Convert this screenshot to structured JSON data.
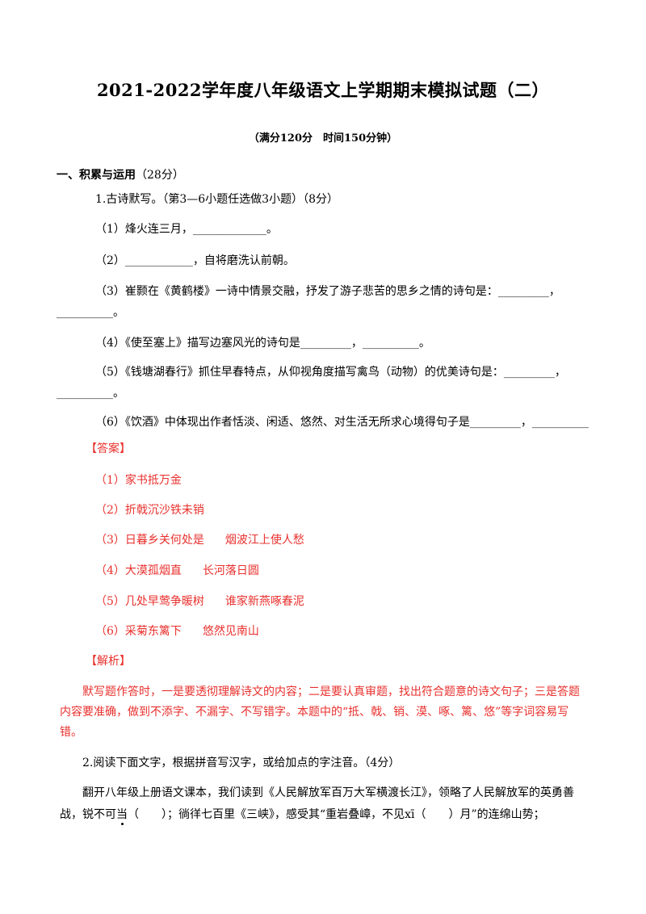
{
  "title": "2021-2022学年度八年级语文上学期期末模拟试题（二）",
  "subtitle": "（满分120分　时间150分钟）",
  "section1": {
    "heading": "一、积累与运用",
    "score": "（28分）"
  },
  "q1": {
    "stem": "1.古诗默写。（第3—6小题任选做3小题）（8分）",
    "items": [
      "（1）烽火连三月，_____________。",
      "（2）____________，自将磨洗认前朝。",
      "（3）崔颢在《黄鹤楼》一诗中情景交融，抒发了游子悲苦的思乡之情的诗句是：_________，",
      "__________。",
      "（4）《使至塞上》描写边塞风光的诗句是_________，__________。",
      "（5）《钱塘湖春行》抓住早春特点，从仰视角度描写禽鸟（动物）的优美诗句是：_________，",
      "__________。",
      "（6）《饮酒》中体现出作者恬淡、闲适、悠然、对生活无所求心境得句子是_________，__________"
    ]
  },
  "answer": {
    "label": "【答案】",
    "items": [
      {
        "a": "（1）家书抵万金",
        "b": ""
      },
      {
        "a": "（2）折戟沉沙铁未销",
        "b": ""
      },
      {
        "a": "（3）日暮乡关何处是",
        "b": "烟波江上使人愁"
      },
      {
        "a": "（4）大漠孤烟直",
        "b": "长河落日圆"
      },
      {
        "a": "（5）几处早莺争暖树",
        "b": "谁家新燕啄春泥"
      },
      {
        "a": "（6）采菊东篱下",
        "b": "悠然见南山"
      }
    ]
  },
  "analysis": {
    "label": "【解析】",
    "lines": [
      "默写题作答时，一是要透彻理解诗文的内容；二是要认真审题，找出符合题意的诗文句子；三是答题",
      "内容要准确，做到不添字、不漏字、不写错字。本题中的“抵、戟、销、漠、啄、篱、悠”等字词容易写",
      "错。"
    ]
  },
  "q2": {
    "stem": "2.阅读下面文字，根据拼音写汉字，或给加点的字注音。（4分）",
    "line1": "翻开八年级上册语文课本，我们读到《人民解放军百万大军横渡长江》，领略了人民解放军的英勇善",
    "line2_pre": "战，锐不可",
    "line2_dot": "当",
    "line2_post": "（　　）；徜徉七百里《三峡》，感受其“重岩叠嶂，不见xī（　　）月”的连绵山势；"
  }
}
